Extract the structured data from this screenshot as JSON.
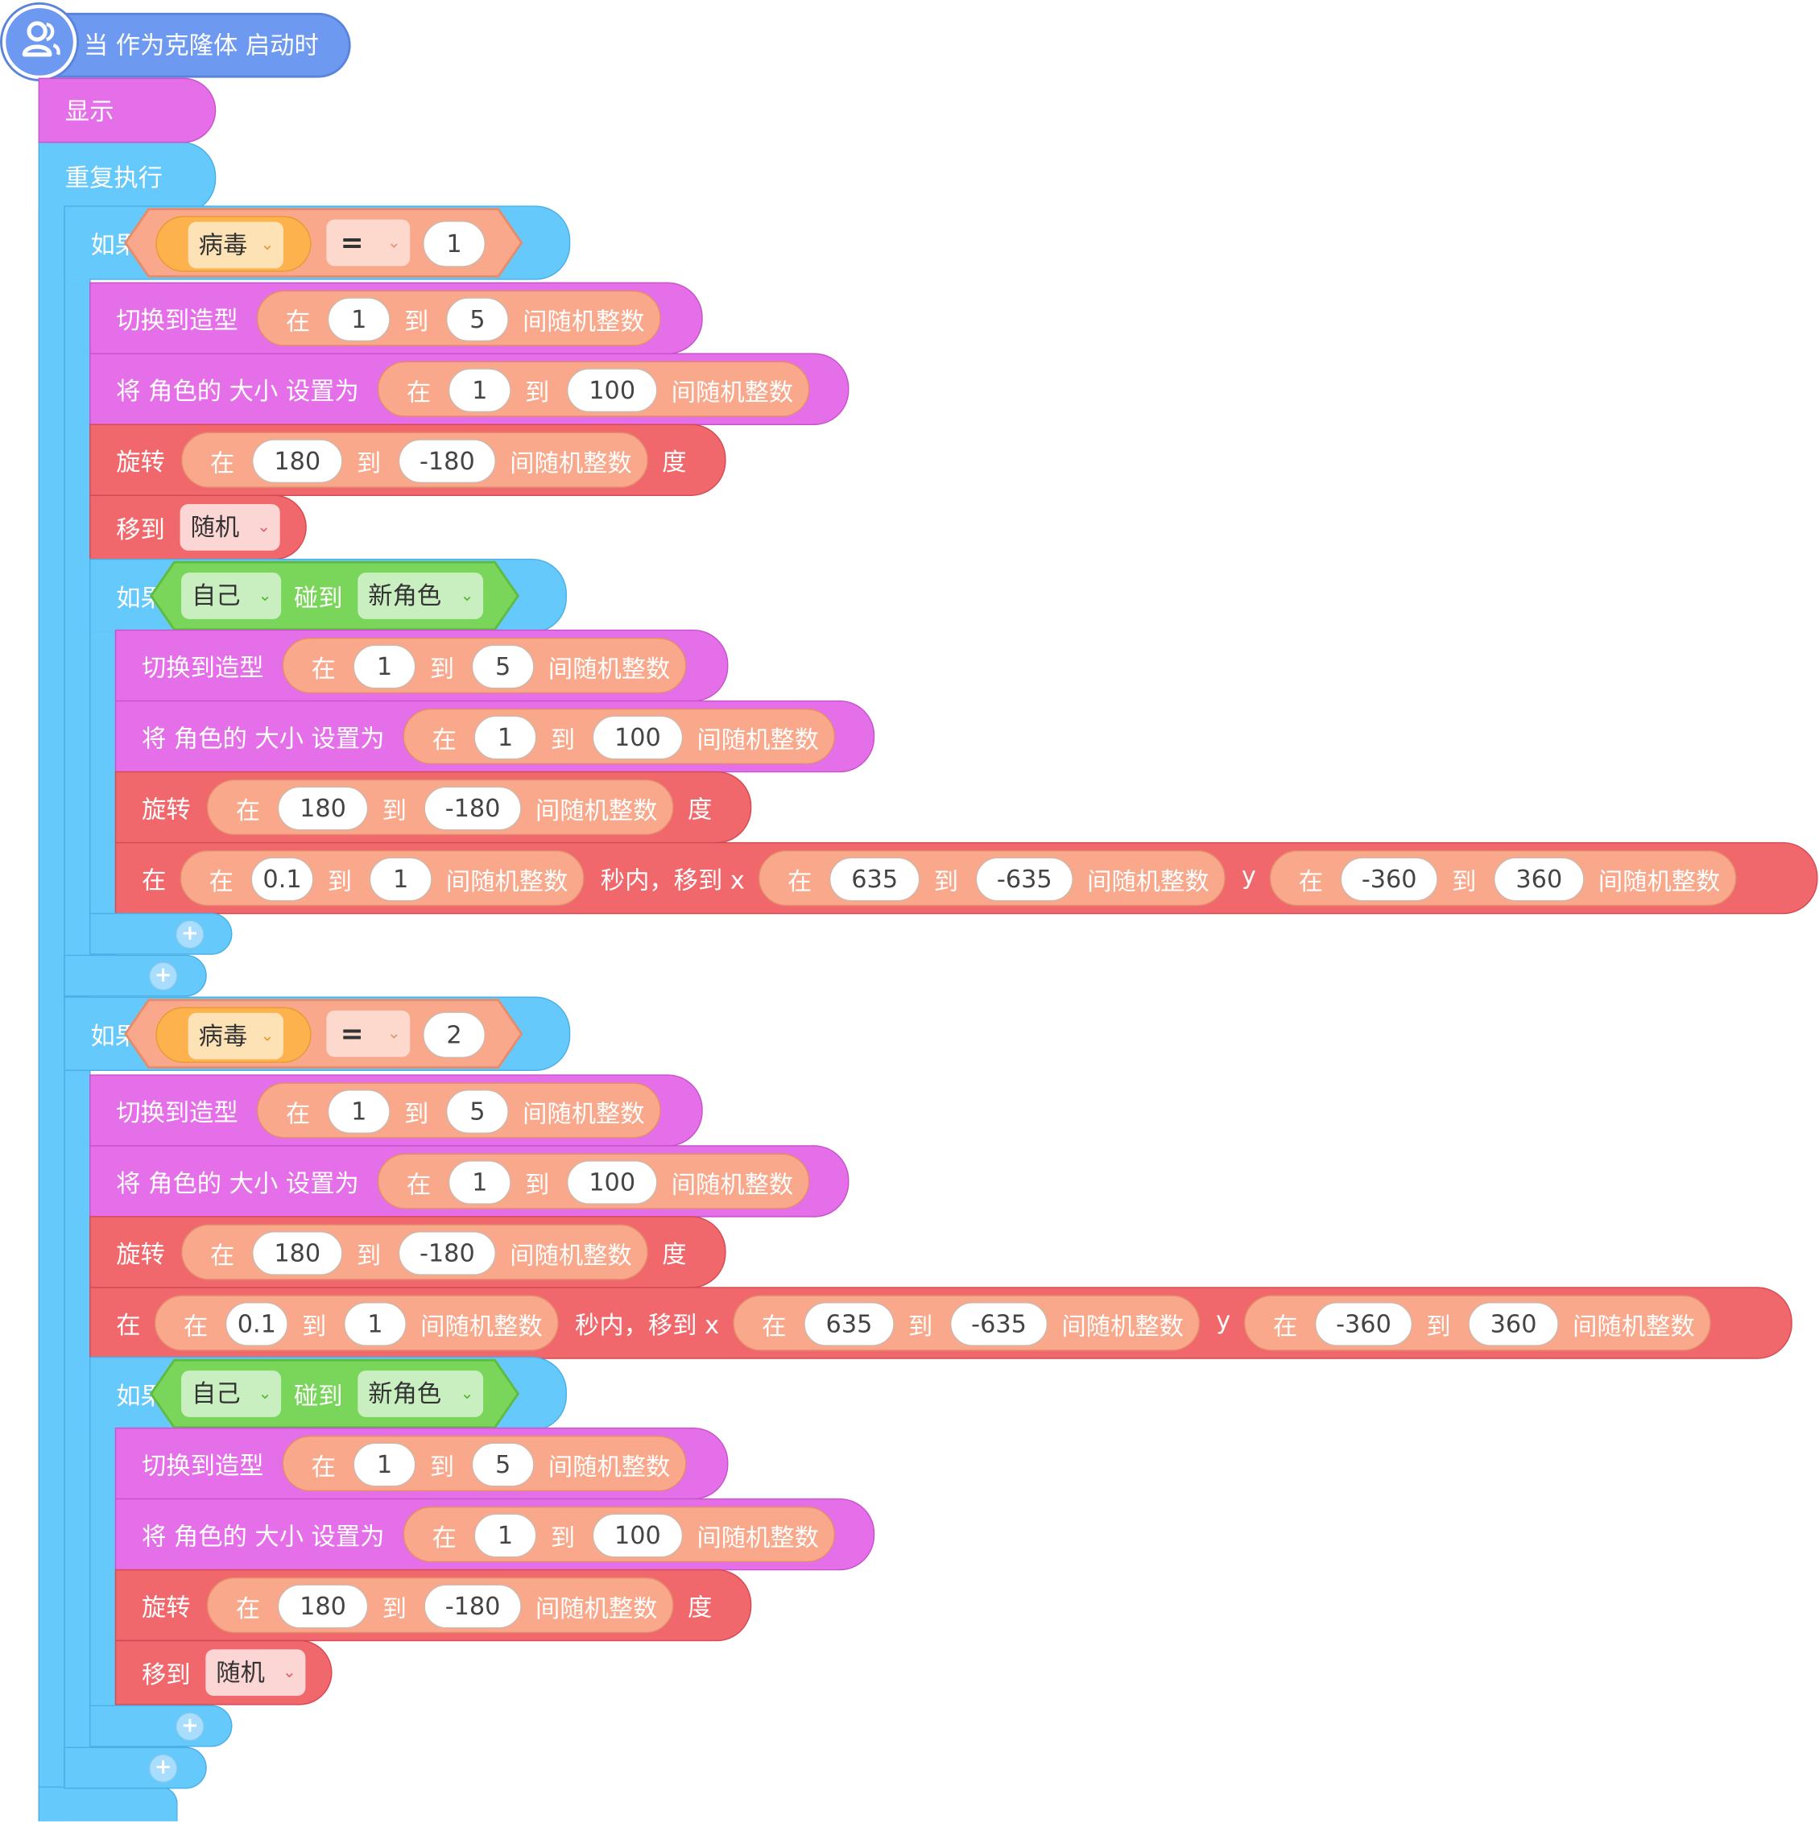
{
  "hat": {
    "label": "当 作为克隆体 启动时",
    "icon": "clone-people-icon"
  },
  "show": {
    "label": "显示"
  },
  "forever": {
    "label": "重复执行"
  },
  "common": {
    "if": "如果",
    "switch_costume": "切换到造型",
    "set_size": "将 角色的 大小 设置为",
    "rotate": "旋转",
    "degrees": "度",
    "go_to": "移到",
    "random_target": "随机",
    "in": "在",
    "to": "到",
    "random_int": "间随机整数",
    "glide_mid": "秒内，移到 x",
    "y": "y",
    "touching": "碰到",
    "myself": "自己",
    "sprite_new": "新角色",
    "variable": "病毒",
    "equals": "=",
    "chevron": "⌄",
    "plus": "+"
  },
  "if_blocks": [
    {
      "compare_value": "1",
      "costume_range": [
        "1",
        "5"
      ],
      "size_range": [
        "1",
        "100"
      ],
      "rotate_range": [
        "180",
        "-180"
      ],
      "inner": {
        "costume_range": [
          "1",
          "5"
        ],
        "size_range": [
          "1",
          "100"
        ],
        "rotate_range": [
          "180",
          "-180"
        ],
        "glide": {
          "secs": [
            "0.1",
            "1"
          ],
          "x": [
            "635",
            "-635"
          ],
          "y": [
            "-360",
            "360"
          ]
        }
      }
    },
    {
      "compare_value": "2",
      "costume_range": [
        "1",
        "5"
      ],
      "size_range": [
        "1",
        "100"
      ],
      "rotate_range": [
        "180",
        "-180"
      ],
      "glide": {
        "secs": [
          "0.1",
          "1"
        ],
        "x": [
          "635",
          "-635"
        ],
        "y": [
          "-360",
          "360"
        ]
      },
      "inner": {
        "costume_range": [
          "1",
          "5"
        ],
        "size_range": [
          "1",
          "100"
        ],
        "rotate_range": [
          "180",
          "-180"
        ]
      }
    }
  ],
  "colors": {
    "events": "#6e99f0",
    "control": "#66c9fb",
    "looks": "#e56fe8",
    "motion": "#f0686c",
    "operator": "#f9a88b",
    "data": "#fdb24e",
    "sensing": "#7ad65a"
  }
}
